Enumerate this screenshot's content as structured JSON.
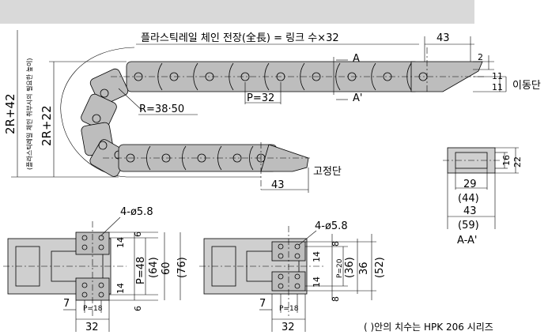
{
  "colors": {
    "header_bar": "#d9d9d9",
    "link_fill": "#bdbdbd",
    "line": "#000000"
  },
  "top": {
    "total_length": "플라스틱레일 체인 전장(全長) = 링크 수×32",
    "dim_43_right": "43",
    "dim_2": "2",
    "dim_11_a": "11",
    "dim_11_b": "11",
    "moving_end": "이동단",
    "section_a": "A",
    "section_a_prime": "A'",
    "pitch": "P=32",
    "radius": "R=38·50",
    "height_2r42": "2R+42",
    "height_note": "(플라스틱레일 체인 취부시의 필요한 높이)",
    "height_2r22": "2R+22",
    "dim_43_bottom": "43",
    "fixed_end": "고정단"
  },
  "section": {
    "d16": "16",
    "d22": "22",
    "d29": "29",
    "d44": "(44)",
    "d43": "43",
    "d59": "(59)",
    "label": "A-A'"
  },
  "left_view": {
    "holes": "4-ø5.8",
    "d6_top": "6",
    "d14_top": "14",
    "pitch48": "P=48",
    "d64": "(64)",
    "d60": "60",
    "d76": "(76)",
    "d14_bot": "14",
    "d6_bot": "6",
    "d7": "7",
    "p18": "P=18",
    "d32": "32"
  },
  "right_view": {
    "holes": "4-ø5.8",
    "d8_top": "8",
    "d14_top": "14",
    "p20": "P=20",
    "d36p": "(36)",
    "d36": "36",
    "d52": "(52)",
    "d14_bot": "14",
    "d8_bot": "8",
    "d7": "7",
    "p18": "P=18",
    "d32": "32"
  },
  "footnote": "( )안의 치수는 HPK 206 시리즈"
}
